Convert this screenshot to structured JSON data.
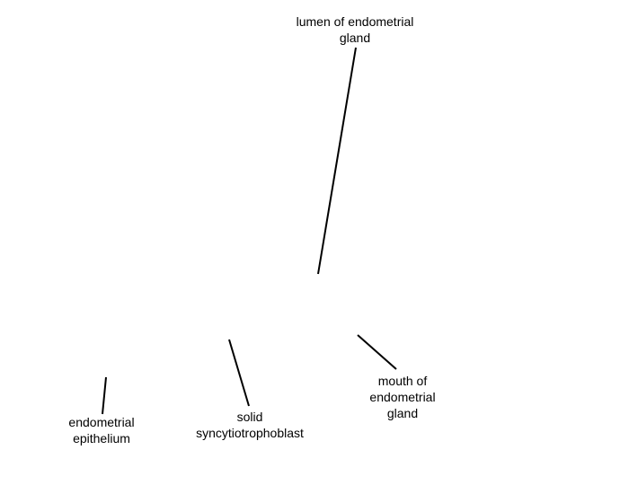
{
  "labels": {
    "lumen": {
      "line1": "lumen of endometrial",
      "line2": "gland"
    },
    "mouth": {
      "line1": "mouth of",
      "line2": "endometrial",
      "line3": "gland"
    },
    "solid": {
      "line1": "solid",
      "line2": "syncytiotrophoblast"
    },
    "epithelium": {
      "line1": "endometrial",
      "line2": "epithelium"
    }
  },
  "colors": {
    "background": "#ffffff",
    "text": "#000000",
    "leader_line": "#000000"
  }
}
